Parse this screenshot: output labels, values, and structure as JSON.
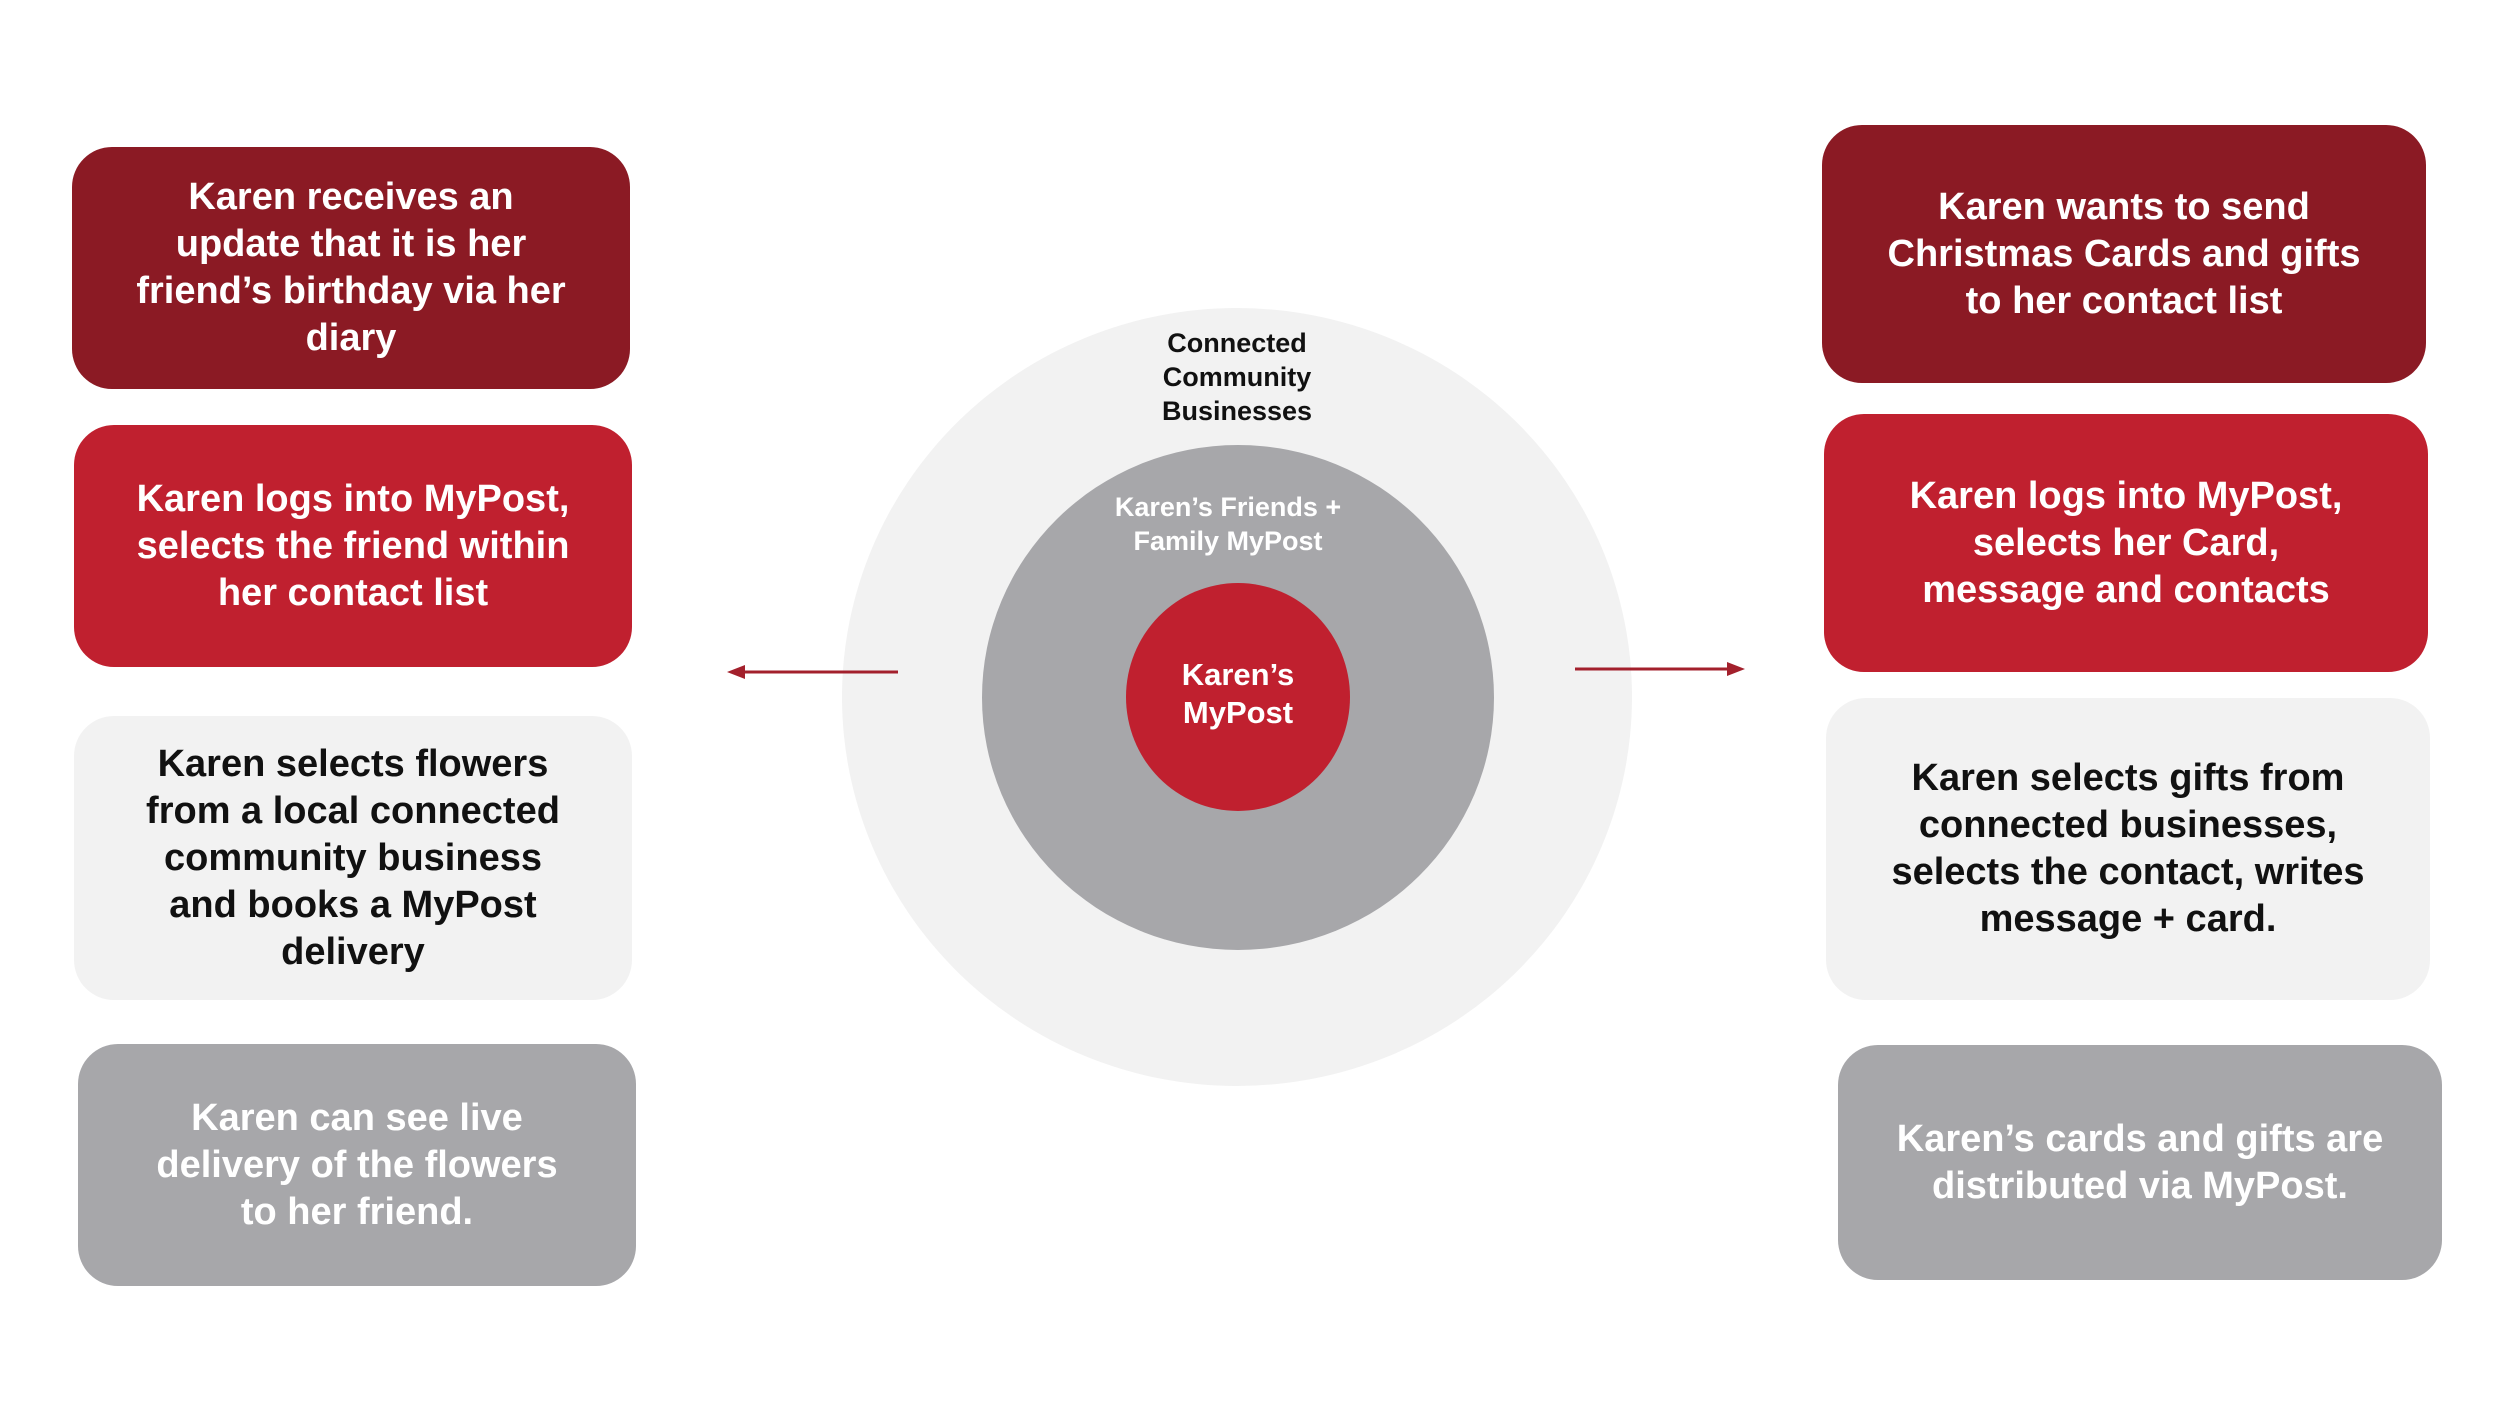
{
  "left_steps": [
    {
      "text": "Karen receives an\nupdate that it is her\nfriend’s birthday via her\ndiary"
    },
    {
      "text": "Karen logs into MyPost,\nselects the friend within\nher contact list"
    },
    {
      "text": "Karen selects flowers\nfrom a local connected\ncommunity business\nand books a MyPost\ndelivery"
    },
    {
      "text": "Karen can see live\ndelivery of the flowers\nto her friend."
    }
  ],
  "right_steps": [
    {
      "text": "Karen wants to send\nChristmas Cards and gifts\nto her contact list"
    },
    {
      "text": "Karen logs into MyPost,\nselects her Card,\nmessage and contacts"
    },
    {
      "text": "Karen selects gifts from\nconnected businesses,\nselects the contact, writes\nmessage + card."
    },
    {
      "text": "Karen’s cards and gifts are\ndistributed via MyPost."
    }
  ],
  "center": {
    "outer_label": "Connected\nCommunity\nBusinesses",
    "middle_label": "Karen’s Friends +\nFamily MyPost",
    "inner_label": "Karen’s\nMyPost"
  },
  "colors": {
    "dark_red": "#8b1a24",
    "red": "#c0202f",
    "light_grey": "#f2f2f2",
    "grey": "#a7a7aa",
    "arrow": "#a3202c"
  }
}
